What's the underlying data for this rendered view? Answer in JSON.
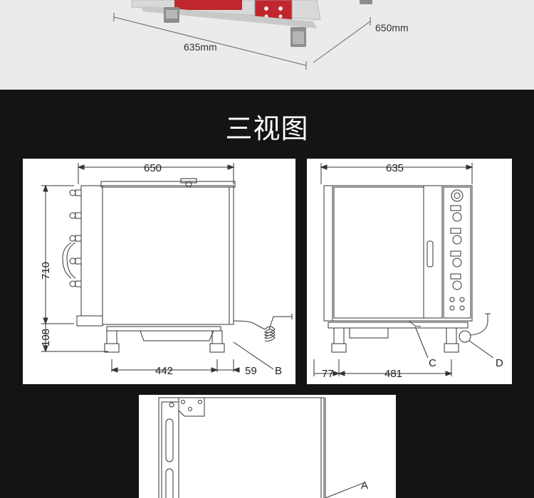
{
  "top_photo": {
    "dim_depth": "635mm",
    "dim_width": "650mm"
  },
  "section_title": "三视图",
  "side_view": {
    "dim_width": "650",
    "dim_height": "710",
    "dim_leg_height": "108",
    "dim_leg_span": "442",
    "dim_offset": "59",
    "callout_b": "B"
  },
  "front_view": {
    "dim_width": "635",
    "dim_left": "77",
    "dim_leg_span": "481",
    "callout_c": "C",
    "callout_d": "D"
  },
  "bottom_view": {
    "callout_a": "A"
  },
  "colors": {
    "background": "#141414",
    "panel": "#ffffff",
    "line": "#333333",
    "control_red": "#c0262c"
  }
}
